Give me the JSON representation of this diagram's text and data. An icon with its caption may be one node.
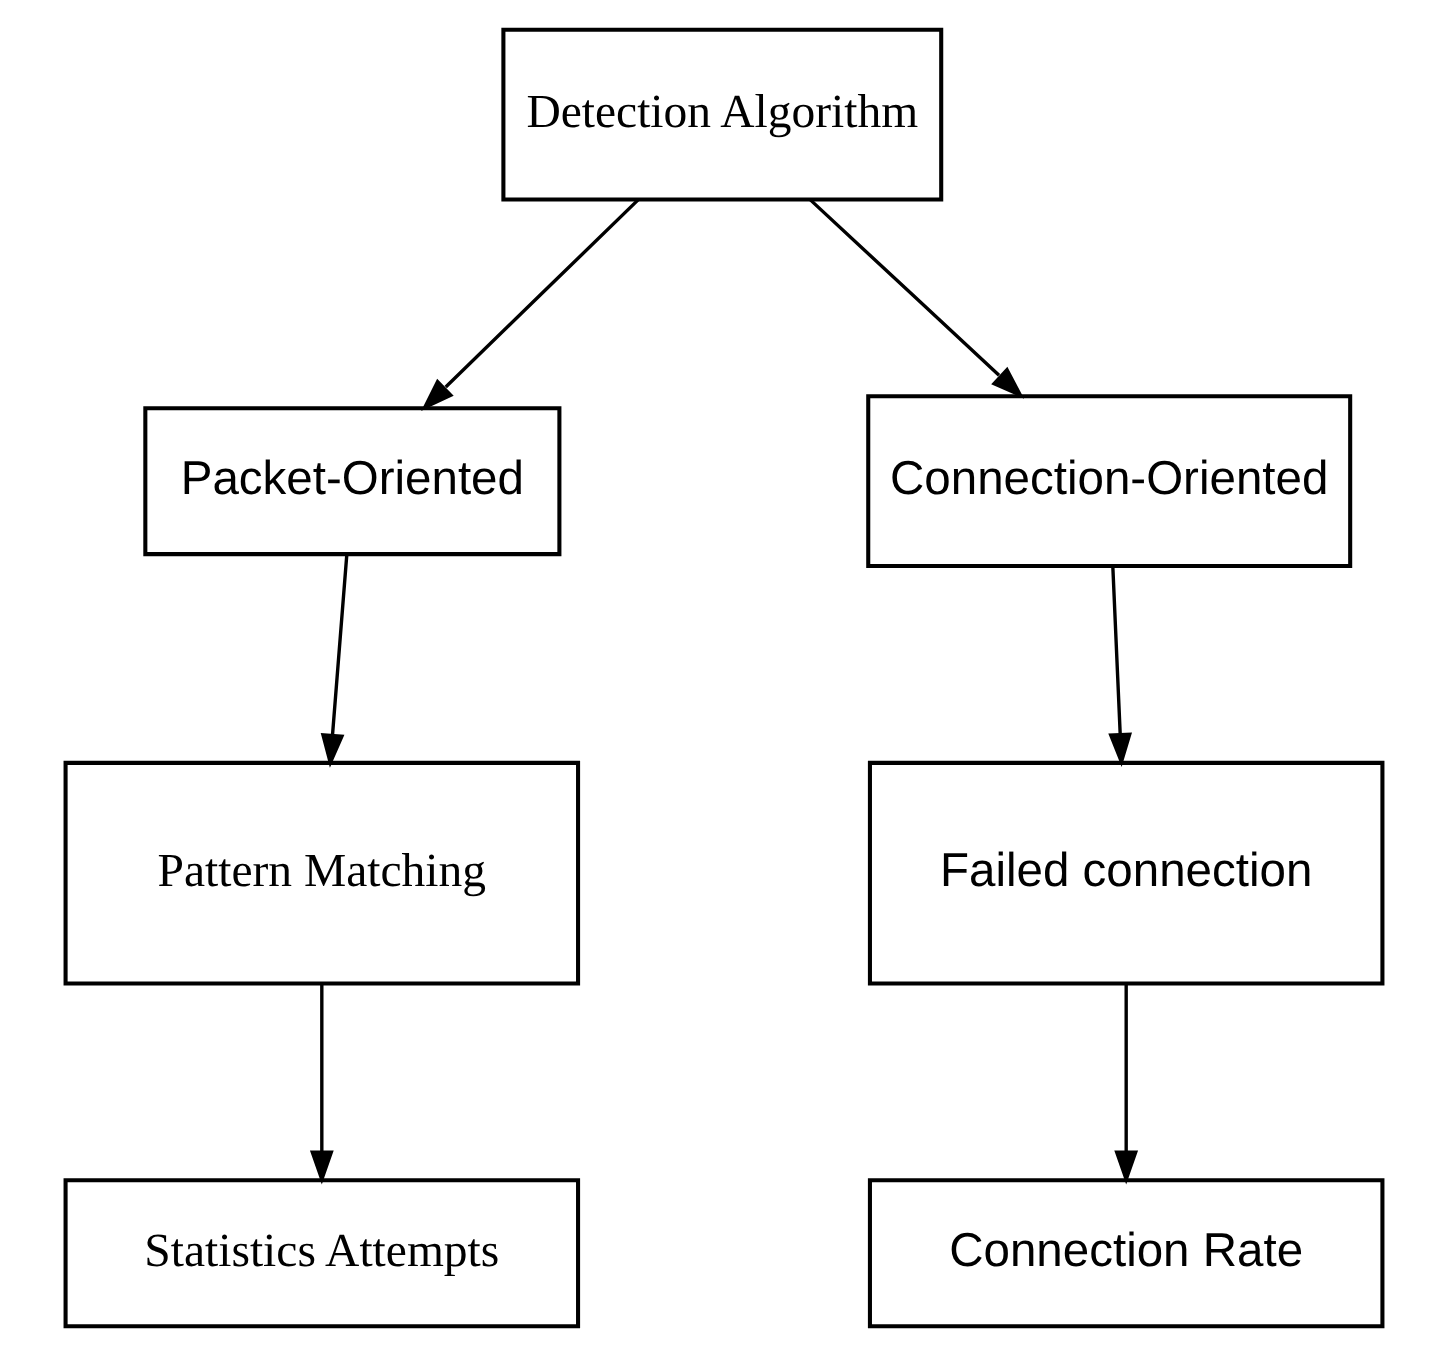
{
  "diagram": {
    "nodes": [
      {
        "text": [
          "Detection Algorithm"
        ]
      },
      {
        "text": [
          "Packet-Oriented"
        ]
      },
      {
        "text": [
          "Connection-Oriented"
        ]
      },
      {
        "text": [
          "Pattern Matching"
        ]
      },
      {
        "text": [
          "Failed connection"
        ]
      },
      {
        "text": [
          "Statistics Attempts"
        ]
      },
      {
        "text": [
          "Connection Rate"
        ]
      }
    ],
    "edges": [
      {
        "from": 0,
        "to": 1,
        "arrow": "to"
      },
      {
        "from": 0,
        "to": 2,
        "arrow": "to"
      },
      {
        "from": 1,
        "to": 3,
        "arrow": "to"
      },
      {
        "from": 2,
        "to": 4,
        "arrow": "to"
      },
      {
        "from": 3,
        "to": 5,
        "arrow": "to"
      },
      {
        "from": 4,
        "to": 6,
        "arrow": "to"
      }
    ]
  }
}
